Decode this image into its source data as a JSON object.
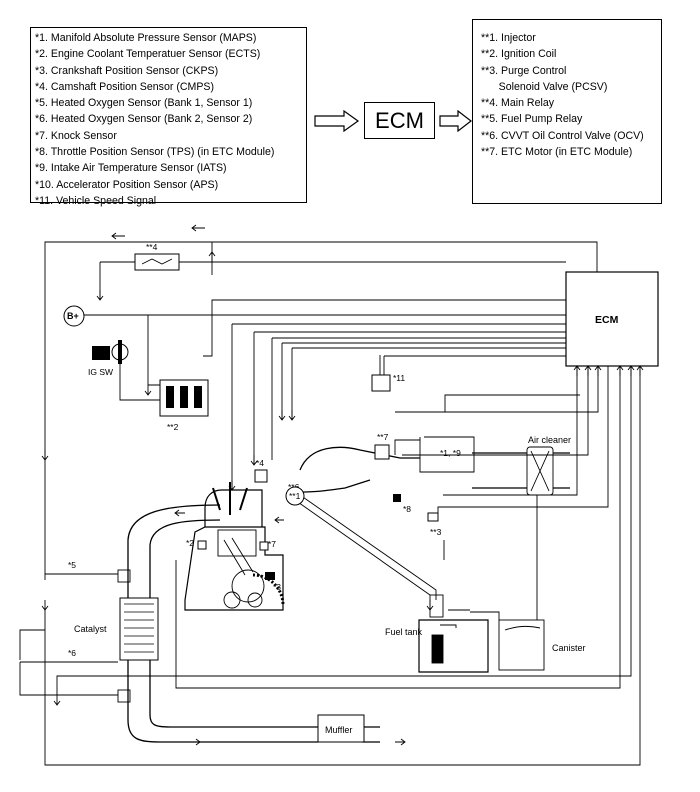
{
  "sensors": [
    "*1. Manifold Absolute Pressure Sensor (MAPS)",
    "*2. Engine Coolant Temperatuer Sensor (ECTS)",
    "*3. Crankshaft Position Sensor (CKPS)",
    "*4. Camshaft Position Sensor (CMPS)",
    "*5. Heated Oxygen Sensor (Bank 1, Sensor 1)",
    "*6. Heated Oxygen Sensor (Bank 2, Sensor 2)",
    "*7. Knock Sensor",
    "*8. Throttle Position Sensor (TPS) (in ETC Module)",
    "*9. Intake Air Temperature Sensor (IATS)",
    "*10. Accelerator Position Sensor (APS)",
    "*11. Vehicle Speed Signal"
  ],
  "actuators": [
    "**1. Injector",
    "**2. Ignition Coil",
    "**3. Purge Control",
    "      Solenoid Valve (PCSV)",
    "**4. Main Relay",
    "**5. Fuel Pump Relay",
    "**6. CVVT Oil Control Valve (OCV)",
    "**7. ETC Motor (in ETC Module)"
  ],
  "ecm_top": "ECM",
  "diagram": {
    "ecm": "ECM",
    "b_plus": "B+",
    "ig_sw": "IG SW",
    "relay4": "**4",
    "coil2": "**2",
    "vss11": "*11",
    "etc7": "**7",
    "maps19": "*1, *9",
    "air_cleaner": "Air cleaner",
    "cmps4": "*4",
    "ocv6": "**6",
    "inj1": "**1",
    "tps8": "*8",
    "pcsv3": "**3",
    "ects2": "*2",
    "knock7": "*7",
    "ckps3": "*3",
    "o2s5": "*5",
    "o2s6": "*6",
    "catalyst": "Catalyst",
    "fuel_tank": "Fuel tank",
    "canister": "Canister",
    "muffler": "Muffler"
  }
}
